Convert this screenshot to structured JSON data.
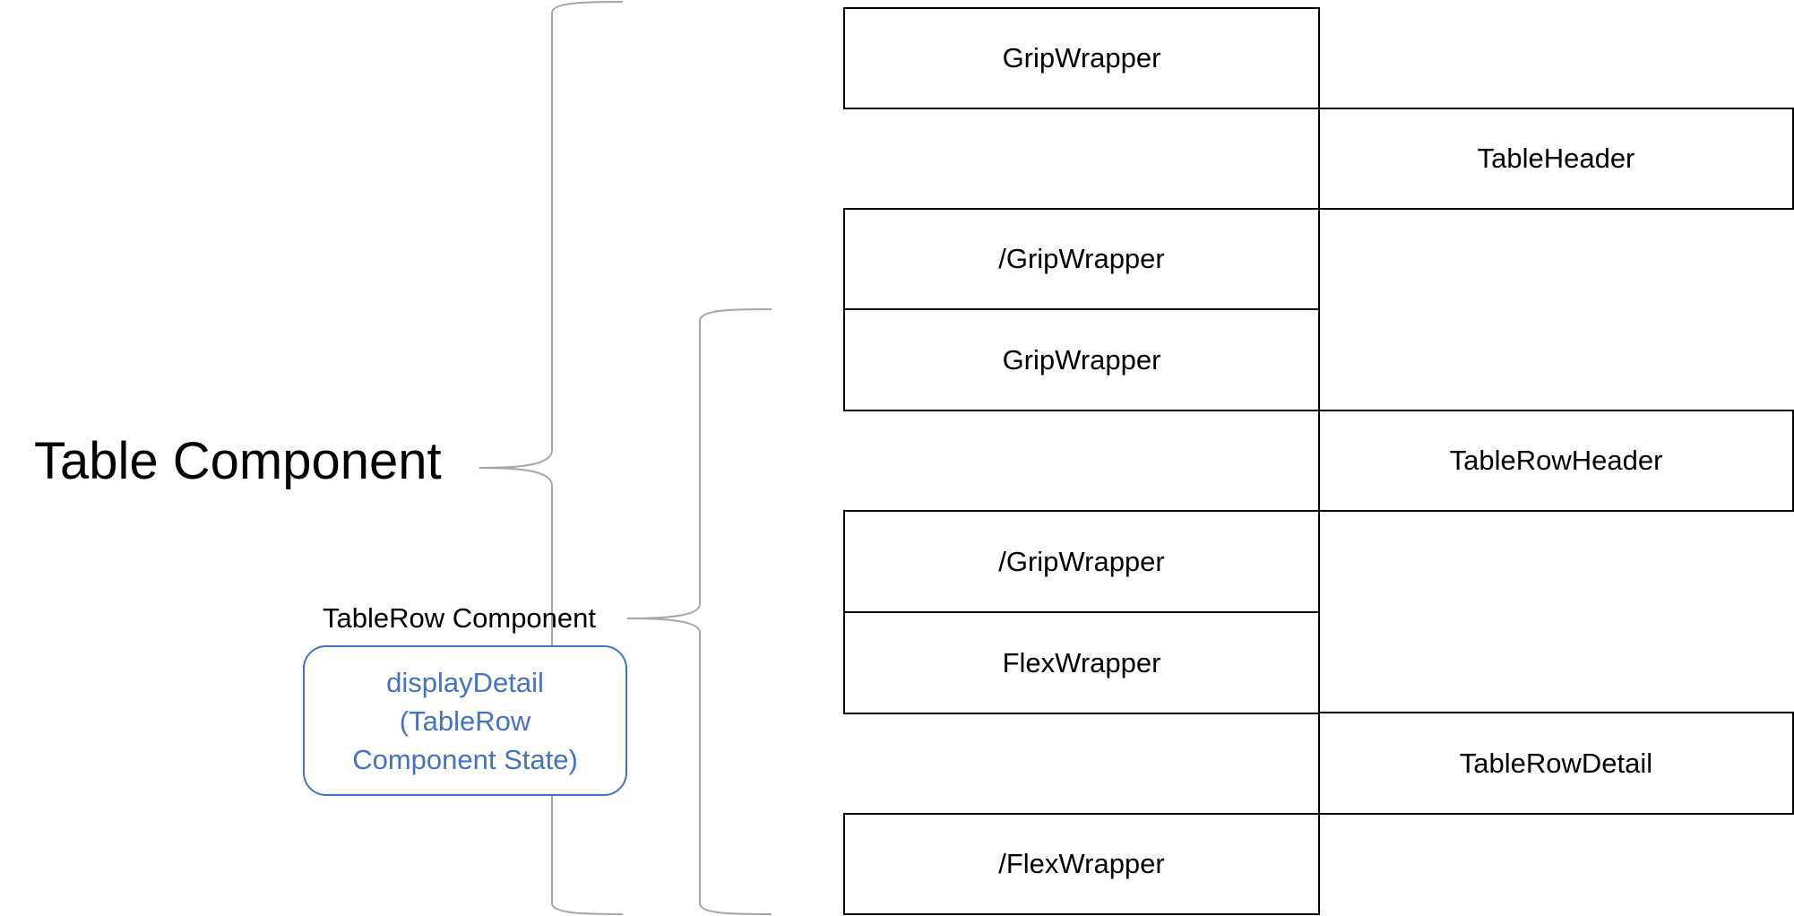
{
  "diagram": {
    "table_component_label": "Table Component",
    "table_row_component_label": "TableRow Component",
    "state_box": {
      "line1": "displayDetail",
      "line2": "(TableRow",
      "line3": "Component State)"
    },
    "left_column_boxes": [
      "GripWrapper",
      "/GripWrapper",
      "GripWrapper",
      "/GripWrapper",
      "FlexWrapper",
      "/FlexWrapper"
    ],
    "right_column_boxes": [
      "TableHeader",
      "TableRowHeader",
      "TableRowDetail"
    ],
    "colors": {
      "box_border": "#000000",
      "state_accent": "#4472c4",
      "brace": "#a6a6a6"
    }
  }
}
